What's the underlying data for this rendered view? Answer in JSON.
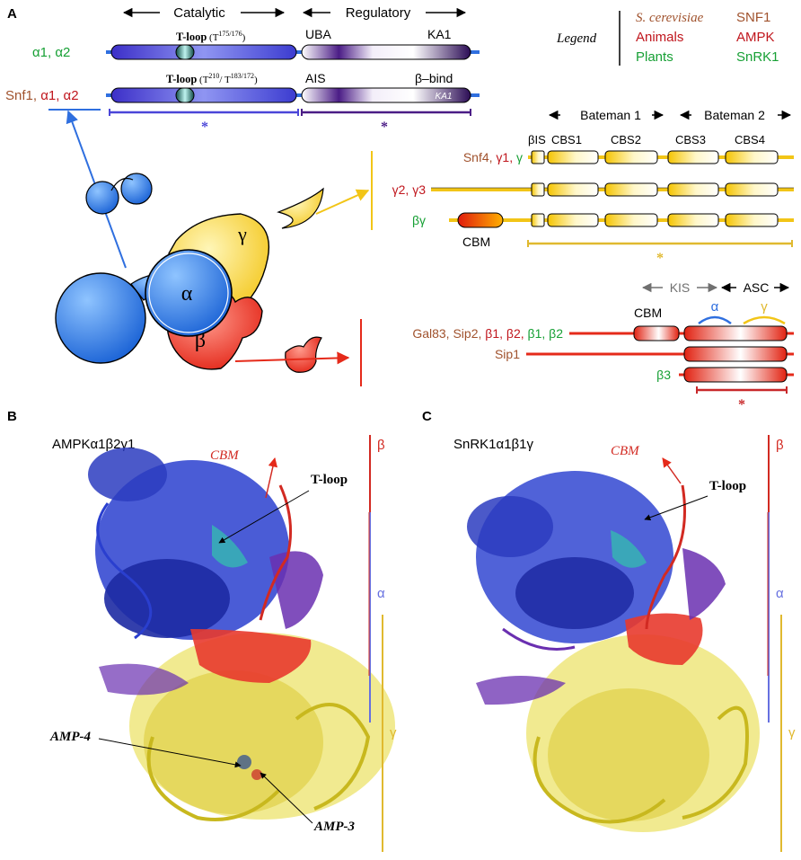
{
  "colors": {
    "yeast": "#a0522d",
    "animal": "#c0161d",
    "plant": "#17a035",
    "alpha": "#2f4fd8",
    "beta": "#e52a1a",
    "gamma": "#f2c517",
    "linker": "#6a2fb0",
    "grey_arrow": "#707070"
  },
  "panel_a": {
    "label": "A",
    "catalytic_label": "Catalytic",
    "regulatory_label": "Regulatory",
    "tloop_label": "T-loop",
    "tloop_sup_top": "175/176",
    "tloop_sup_bottom_1": "210",
    "tloop_sup_bottom_2": "183/172",
    "uba_label": "UBA",
    "ka1_label": "KA1",
    "ais_label": "AIS",
    "beta_bind_label": "β–bind",
    "ka1_inset_label": "KA1",
    "alpha_species_top": "α1, α2",
    "alpha_species_snf1": "Snf1,",
    "alpha_species_animal": "α1, α2",
    "star": "*",
    "legend_title": "Legend",
    "legend_rows": [
      {
        "group": "S. cerevisiae",
        "complex": "SNF1"
      },
      {
        "group": "Animals",
        "complex": "AMPK"
      },
      {
        "group": "Plants",
        "complex": "SnRK1"
      }
    ],
    "bateman1": "Bateman 1",
    "bateman2": "Bateman 2",
    "bis": "βIS",
    "cbs1": "CBS1",
    "cbs2": "CBS2",
    "cbs3": "CBS3",
    "cbs4": "CBS4",
    "gamma_row1_yeast": "Snf4,",
    "gamma_row1_animal": "γ1,",
    "gamma_row1_plant": "γ",
    "gamma_row2_animal": "γ2, γ3",
    "gamma_row3_plant": "βγ",
    "cbm": "CBM",
    "kis": "KIS",
    "asc": "ASC",
    "beta_alpha_mark": "α",
    "beta_gamma_mark": "γ",
    "beta_row1_yeast": "Gal83, Sip2,",
    "beta_row1_animal": "β1, β2,",
    "beta_row1_plant": "β1, β2",
    "beta_row2_yeast": "Sip1",
    "beta_row3_plant": "β3",
    "cartoon_alpha": "α",
    "cartoon_beta": "β",
    "cartoon_gamma": "γ"
  },
  "panel_b": {
    "label": "B",
    "title": "AMPKα1β2γ1",
    "cbm": "CBM",
    "tloop": "T-loop",
    "amp4": "AMP-4",
    "amp3": "AMP-3",
    "beta": "β",
    "alpha": "α",
    "gamma": "γ"
  },
  "panel_c": {
    "label": "C",
    "title": "SnRK1α1β1γ",
    "cbm": "CBM",
    "tloop": "T-loop",
    "beta": "β",
    "alpha": "α",
    "gamma": "γ"
  }
}
